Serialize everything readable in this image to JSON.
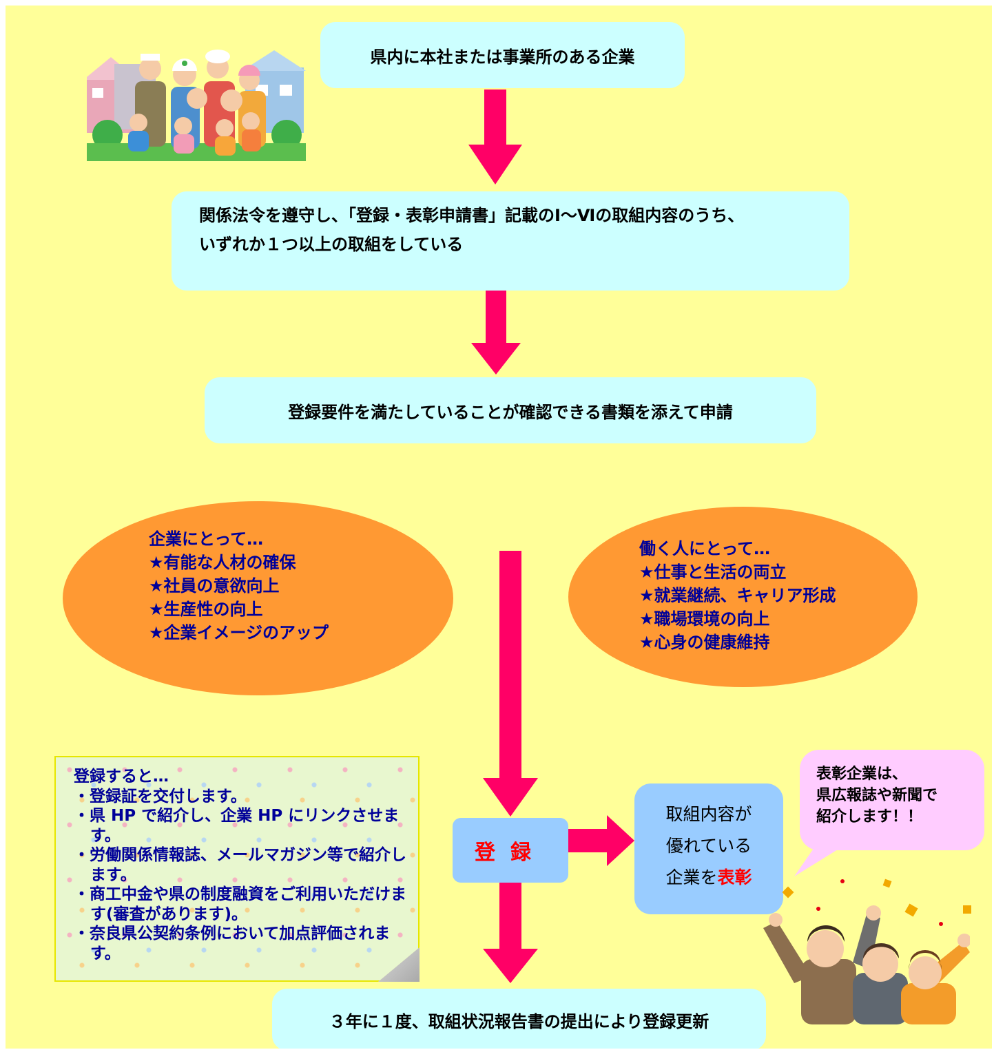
{
  "colors": {
    "background": "#FFFF99",
    "box": "#CCFFFF",
    "arrow": "#FF0066",
    "ellipse": "#FF9933",
    "ellipse_text": "#000099",
    "register_box": "#99CCFF",
    "highlight": "#FF0000",
    "bubble": "#FFCCFF"
  },
  "steps": [
    "県内に本社または事業所のある企業",
    "関係法令を遵守し、「登録・表彰申請書」記載のⅠ～Ⅵの取組内容のうち、",
    "いずれか１つ以上の取組をしている",
    "登録要件を満たしていることが確認できる書類を添えて申請"
  ],
  "company_benefits": {
    "title": "企業にとって…",
    "items": [
      "★有能な人材の確保",
      "★社員の意欲向上",
      "★生産性の向上",
      "★企業イメージのアップ"
    ]
  },
  "worker_benefits": {
    "title": "働く人にとって…",
    "items": [
      "★仕事と生活の両立",
      "★就業継続、キャリア形成",
      "★職場環境の向上",
      "★心身の健康維持"
    ]
  },
  "registration_note": {
    "title": "登録すると…",
    "items": [
      "・登録証を交付します。",
      "・県 HP で紹介し、企業 HP にリンクさせます。",
      "・労働関係情報誌、メールマガジン等で紹介します。",
      "・商工中金や県の制度融資をご利用いただけます(審査があります)。",
      "・奈良県公契約条例において加点評価されます。"
    ]
  },
  "register_label": "登録",
  "award": {
    "line1": "取組内容が",
    "line2": "優れている",
    "line3_prefix": "企業を",
    "line3_highlight": "表彰"
  },
  "bubble": {
    "line1": "表彰企業は、",
    "line2": "県広報誌や新聞で",
    "line3": "紹介します！！"
  },
  "renewal": "３年に１度、取組状況報告書の提出により登録更新",
  "illustrations": [
    "family-and-houses-illustration",
    "cheering-workers-illustration",
    "confetti-icon"
  ]
}
